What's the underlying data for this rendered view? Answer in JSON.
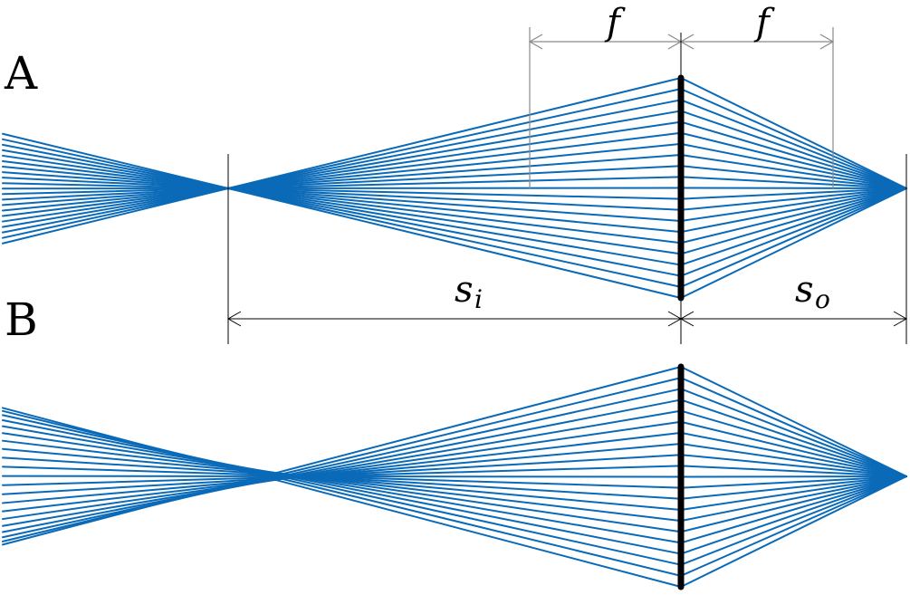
{
  "panels": [
    {
      "id": "A",
      "label": "A"
    },
    {
      "id": "B",
      "label": "B"
    }
  ],
  "dimensions": {
    "focal_left": {
      "symbol": "f"
    },
    "focal_right": {
      "symbol": "f"
    },
    "image_distance": {
      "symbol": "s",
      "subscript": "i"
    },
    "object_distance": {
      "symbol": "s",
      "subscript": "o"
    }
  },
  "colors": {
    "ray": "#0a6ab8",
    "lens": "#000000",
    "dimension_line": "#8a8a8a",
    "reference_line": "#000000"
  }
}
